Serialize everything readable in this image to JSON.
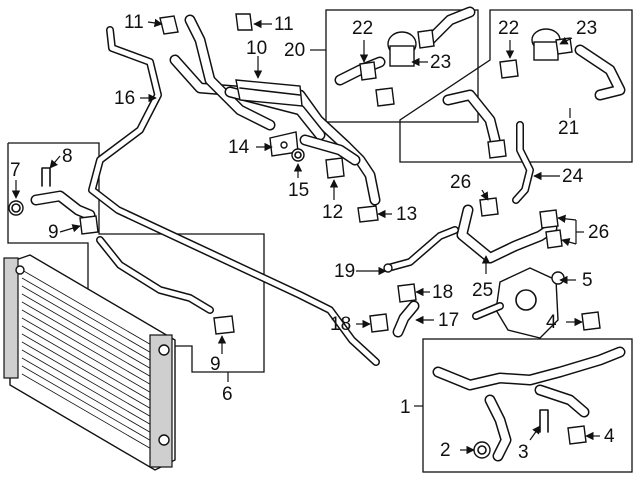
{
  "callouts": {
    "c1": "1",
    "c2": "2",
    "c3": "3",
    "c4a": "4",
    "c4b": "4",
    "c5": "5",
    "c6": "6",
    "c7": "7",
    "c8": "8",
    "c9a": "9",
    "c9b": "9",
    "c10": "10",
    "c11a": "11",
    "c11b": "11",
    "c12": "12",
    "c13": "13",
    "c14": "14",
    "c15": "15",
    "c16": "16",
    "c17": "17",
    "c18a": "18",
    "c18b": "18",
    "c19": "19",
    "c20": "20",
    "c21": "21",
    "c22a": "22",
    "c22b": "22",
    "c23a": "23",
    "c23b": "23",
    "c24": "24",
    "c25": "25",
    "c26a": "26",
    "c26b": "26"
  }
}
